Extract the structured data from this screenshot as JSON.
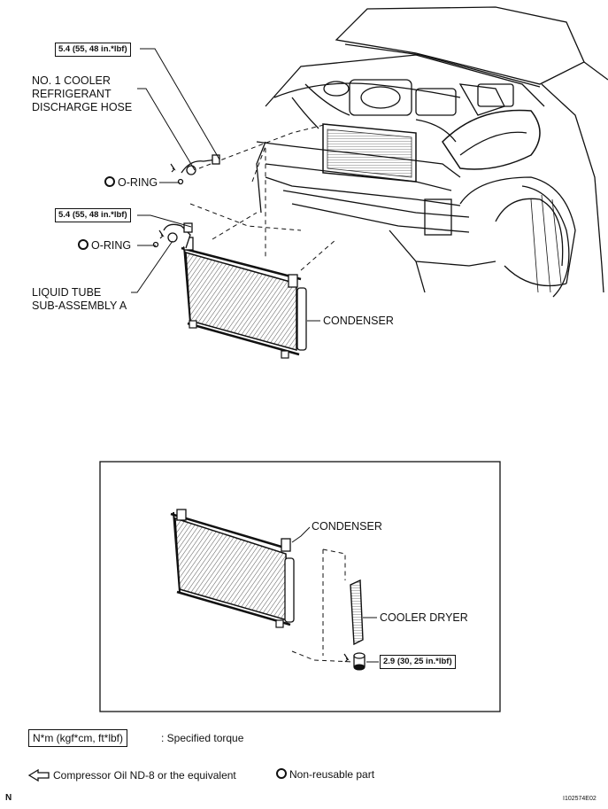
{
  "labels": {
    "torque_top_1": "5.4 (55, 48 in.*lbf)",
    "torque_top_2": "5.4 (55, 48 in.*lbf)",
    "torque_bottom": "2.9 (30, 25 in.*lbf)",
    "discharge_hose": [
      "NO. 1 COOLER",
      "REFRIGERANT",
      "DISCHARGE HOSE"
    ],
    "oring_1": "O-RING",
    "oring_2": "O-RING",
    "liquid_tube": [
      "LIQUID TUBE",
      "SUB-ASSEMBLY A"
    ],
    "condenser_top": "CONDENSER",
    "condenser_bottom": "CONDENSER",
    "cooler_dryer": "COOLER DRYER"
  },
  "legend": {
    "torque_unit": "N*m (kgf*cm, ft*lbf)",
    "torque_desc": ": Specified torque",
    "oil_desc": "Compressor Oil ND-8 or the equivalent",
    "nonreusable_desc": "Non-reusable part"
  },
  "footer": {
    "corner_letter": "N",
    "figure_id": "I102574E02"
  },
  "icons": {
    "oring": "oring-icon",
    "oil": "oil-drop-icon"
  }
}
